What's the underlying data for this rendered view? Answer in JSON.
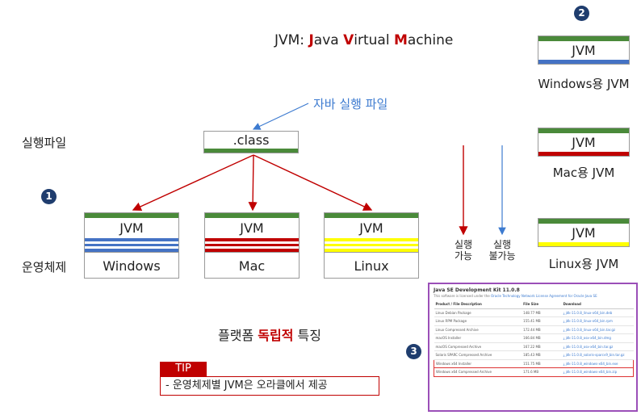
{
  "title": {
    "prefix": "JVM: ",
    "j": "J",
    "ava": "ava ",
    "v": "V",
    "irtual": "irtual ",
    "m": "M",
    "achine": "achine"
  },
  "callout": "자바 실행 파일",
  "row_labels": {
    "exec": "실행파일",
    "os": "운영체제"
  },
  "class_box": ".class",
  "badges": [
    "1",
    "2",
    "3"
  ],
  "stacks": [
    {
      "jvm": "JVM",
      "os": "Windows",
      "band_color": "#4472c4"
    },
    {
      "jvm": "JVM",
      "os": "Mac",
      "band_color": "#c00000"
    },
    {
      "jvm": "JVM",
      "os": "Linux",
      "band_color": "#ffff00"
    }
  ],
  "mini_stacks": [
    {
      "jvm": "JVM",
      "caption": "Windows용 JVM",
      "bottom_color": "#4472c4"
    },
    {
      "jvm": "JVM",
      "caption": "Mac용 JVM",
      "bottom_color": "#c00000"
    },
    {
      "jvm": "JVM",
      "caption": "Linux용 JVM",
      "bottom_color": "#ffff00"
    }
  ],
  "arrow_labels": {
    "can_l1": "실행",
    "can_l2": "가능",
    "cannot_l1": "실행",
    "cannot_l2": "불가능"
  },
  "subtitle": {
    "prefix": "플랫폼 ",
    "highlight": "독립적",
    "suffix": " 특징"
  },
  "tip": {
    "head": "TIP",
    "body": "-   운영체제별 JVM은 오라클에서 제공"
  },
  "download": {
    "title": "Java SE Development Kit 11.0.8",
    "subtitle_pre": "This software is licensed under the ",
    "subtitle_link": "Oracle Technology Network License Agreement for Oracle Java SE",
    "headers": [
      "Product / File Description",
      "File Size",
      "Download"
    ],
    "rows": [
      {
        "desc": "Linux Debian Package",
        "size": "148.77 MB",
        "file": "jdk-11.0.8_linux-x64_bin.deb",
        "hi": false
      },
      {
        "desc": "Linux RPM Package",
        "size": "155.41 MB",
        "file": "jdk-11.0.8_linux-x64_bin.rpm",
        "hi": false
      },
      {
        "desc": "Linux Compressed Archive",
        "size": "172.44 MB",
        "file": "jdk-11.0.8_linux-x64_bin.tar.gz",
        "hi": false
      },
      {
        "desc": "macOS Installer",
        "size": "166.84 MB",
        "file": "jdk-11.0.8_osx-x64_bin.dmg",
        "hi": false
      },
      {
        "desc": "macOS Compressed Archive",
        "size": "167.22 MB",
        "file": "jdk-11.0.8_osx-x64_bin.tar.gz",
        "hi": false
      },
      {
        "desc": "Solaris SPARC Compressed Archive",
        "size": "185.43 MB",
        "file": "jdk-11.0.8_solaris-sparcv9_bin.tar.gz",
        "hi": false
      },
      {
        "desc": "Windows x64 Installer",
        "size": "151.75 MB",
        "file": "jdk-11.0.8_windows-x64_bin.exe",
        "hi": true
      },
      {
        "desc": "Windows x64 Compressed Archive",
        "size": "171.6 MB",
        "file": "jdk-11.0.8_windows-x64_bin.zip",
        "hi": true
      }
    ]
  },
  "colors": {
    "accent_red": "#c00000",
    "jvm_green": "#4a8a3a",
    "blue_text": "#3d7bd0",
    "badge": "#1f3d6e",
    "frame_purple": "#9b4fb8"
  }
}
